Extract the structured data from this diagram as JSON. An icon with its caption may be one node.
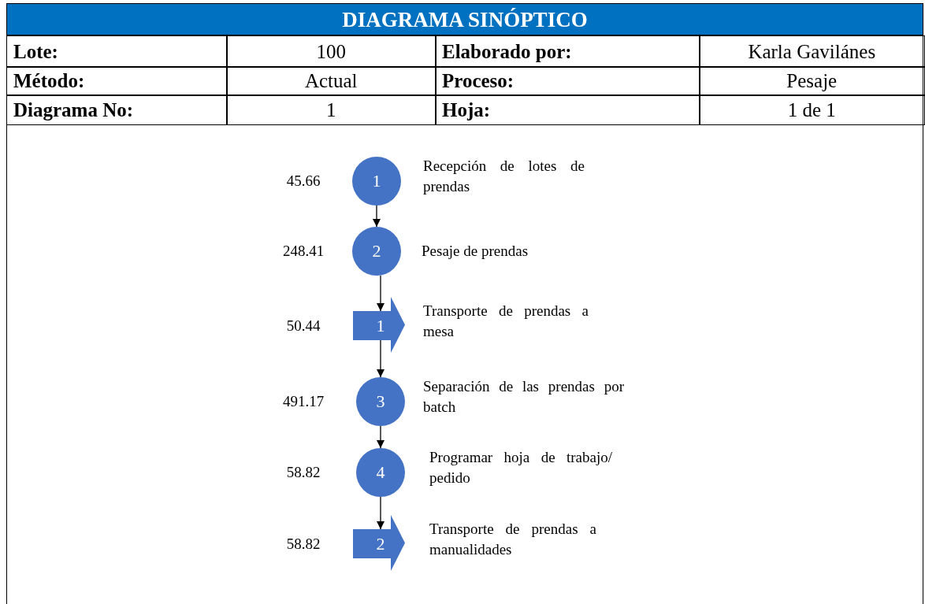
{
  "diagram": {
    "title": "DIAGRAMA SINÓPTICO",
    "nodes": [
      {
        "text": [
          "1"
        ],
        "beside": [
          "45.66",
          "Recepción de lotes de prendas"
        ]
      },
      {
        "text": [
          "2"
        ],
        "beside": [
          "248.41",
          "Pesaje de prendas"
        ]
      },
      {
        "text": [
          "1"
        ],
        "beside": [
          "50.44",
          "Transporte de prendas a mesa"
        ]
      },
      {
        "text": [
          "3"
        ],
        "beside": [
          "491.17",
          "Separación de las prendas por batch"
        ]
      },
      {
        "text": [
          "4"
        ],
        "beside": [
          "58.82",
          "Programar hoja de trabajo/ pedido"
        ]
      },
      {
        "text": [
          "2"
        ],
        "beside": [
          "58.82",
          "Transporte de prendas a manualidades"
        ]
      }
    ],
    "edges": [
      {
        "from": 0,
        "to": 1,
        "arrow": "to"
      },
      {
        "from": 1,
        "to": 2,
        "arrow": "to"
      },
      {
        "from": 2,
        "to": 3,
        "arrow": "to"
      },
      {
        "from": 3,
        "to": 4,
        "arrow": "to"
      },
      {
        "from": 4,
        "to": 5,
        "arrow": "to"
      }
    ],
    "labels": [
      "Lote:",
      "100",
      "Elaborado por:",
      "Karla Gavilánes",
      "Método:",
      "Actual",
      "Proceso:",
      "Pesaje",
      "Diagrama No:",
      "1",
      "Hoja:",
      "1 de 1"
    ]
  }
}
